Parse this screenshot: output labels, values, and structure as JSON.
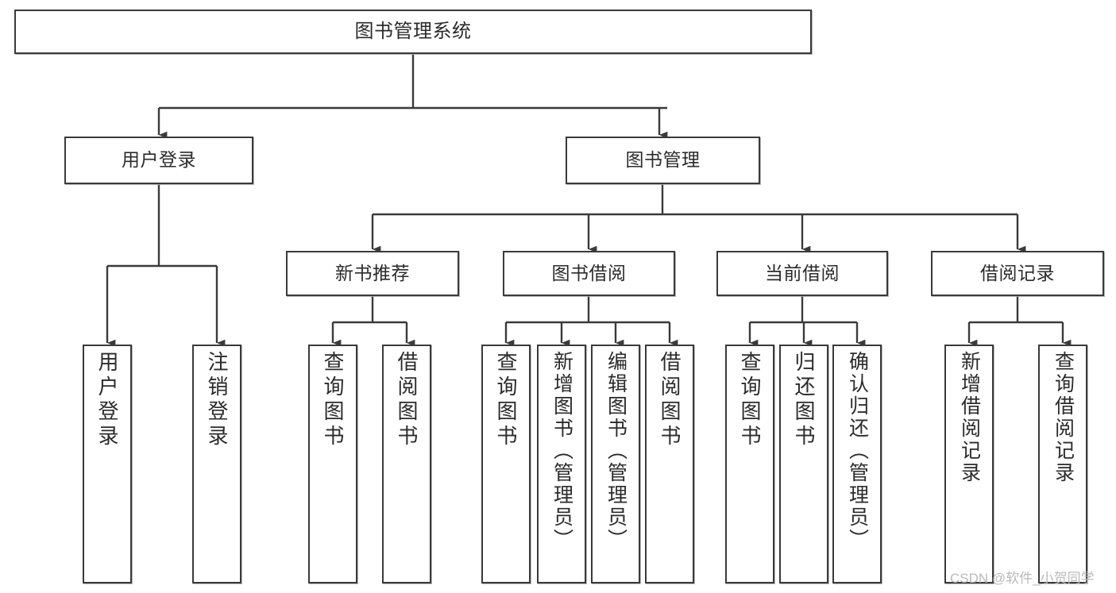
{
  "diagram": {
    "title": "图书管理系统",
    "type": "tree-hierarchy-chart",
    "stroke_color": "#3a3a3a",
    "fill_color": "#ffffff",
    "text_color": "#2b2b2b"
  },
  "nodes": {
    "root": {
      "label": "图书管理系统"
    },
    "level1": [
      {
        "label": "用户登录"
      },
      {
        "label": "图书管理"
      }
    ],
    "level2": [
      {
        "label": "新书推荐"
      },
      {
        "label": "图书借阅"
      },
      {
        "label": "当前借阅"
      },
      {
        "label": "借阅记录"
      }
    ],
    "leaves_user_login": [
      {
        "label": "用户登录"
      },
      {
        "label": "注销登录"
      }
    ],
    "leaves_new_book": [
      {
        "label": "查询图书"
      },
      {
        "label": "借阅图书"
      }
    ],
    "leaves_borrow": [
      {
        "label": "查询图书"
      },
      {
        "label": "新增图书（管理员）"
      },
      {
        "label": "编辑图书（管理员）"
      },
      {
        "label": "借阅图书"
      }
    ],
    "leaves_current": [
      {
        "label": "查询图书"
      },
      {
        "label": "归还图书"
      },
      {
        "label": "确认归还（管理员）"
      }
    ],
    "leaves_records": [
      {
        "label": "新增借阅记录"
      },
      {
        "label": "查询借阅记录"
      }
    ]
  },
  "watermark": {
    "text": "CSDN @软件_小贺同学"
  }
}
